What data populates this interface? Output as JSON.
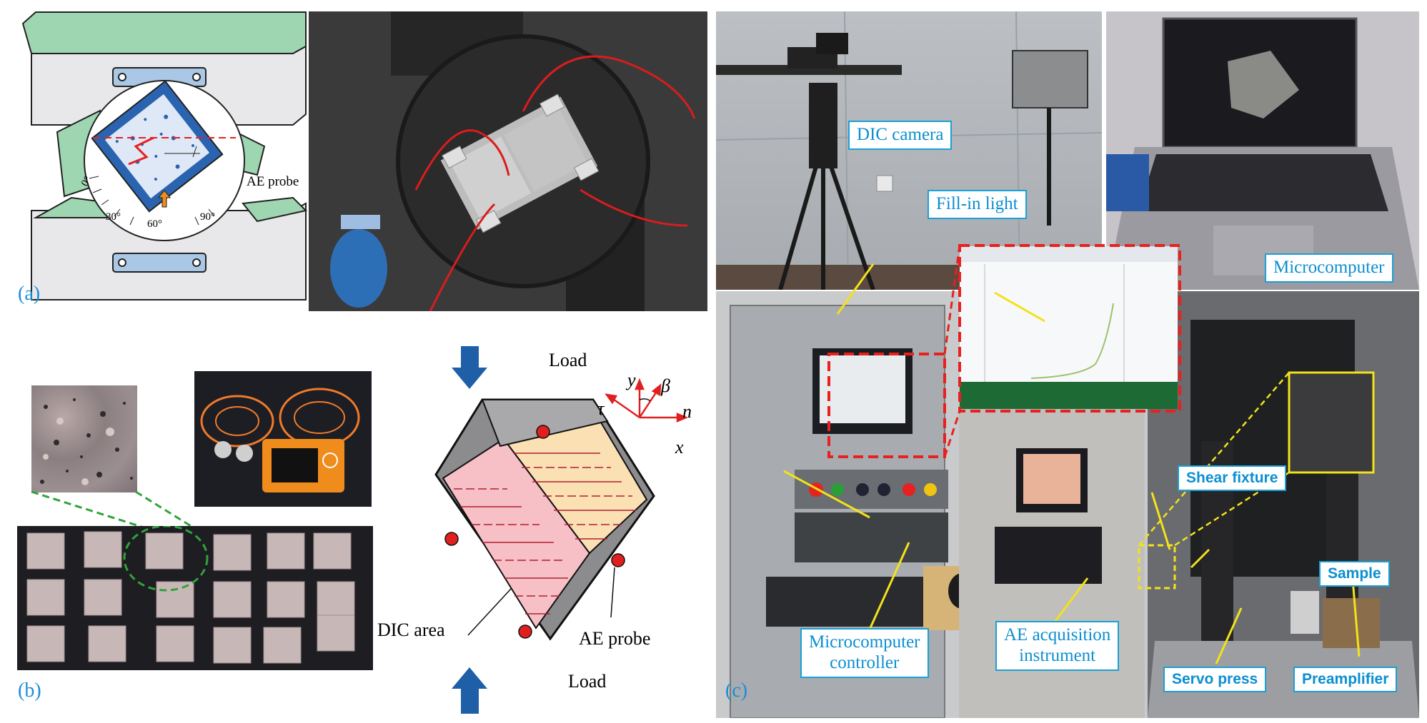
{
  "panels": {
    "a": {
      "letter": "(a)",
      "ae_probe": "AE probe",
      "angle_0": "0°",
      "angle_30": "30°",
      "angle_60": "60°",
      "angle_90": "90°"
    },
    "b": {
      "letter": "(b)",
      "load_top": "Load",
      "load_bottom": "Load",
      "dic_area": "DIC area",
      "ae_probe": "AE probe",
      "axis_y": "y",
      "axis_x": "x",
      "axis_tau": "τ",
      "axis_beta": "β",
      "axis_n": "n"
    },
    "c": {
      "letter": "(c)",
      "dic_camera": "DIC camera",
      "fill_in_light": "Fill-in  light",
      "microcomputer": "Microcomputer",
      "microcomputer_controller": "Microcomputer\ncontroller",
      "ae_acquisition": "AE acquisition\ninstrument",
      "shear_fixture": "Shear fixture",
      "sample": "Sample",
      "servo_press": "Servo press",
      "preamplifier": "Preamplifier"
    }
  },
  "colors": {
    "label_blue": "#0b8fd0",
    "callout_border": "#1aa0d6",
    "leader_yellow": "#f2e21a",
    "highlight_red": "#e8201f",
    "dashed_green": "#2fa33a",
    "arrow_blue": "#1f5fa8",
    "fixture_green": "#9ed6b2"
  }
}
